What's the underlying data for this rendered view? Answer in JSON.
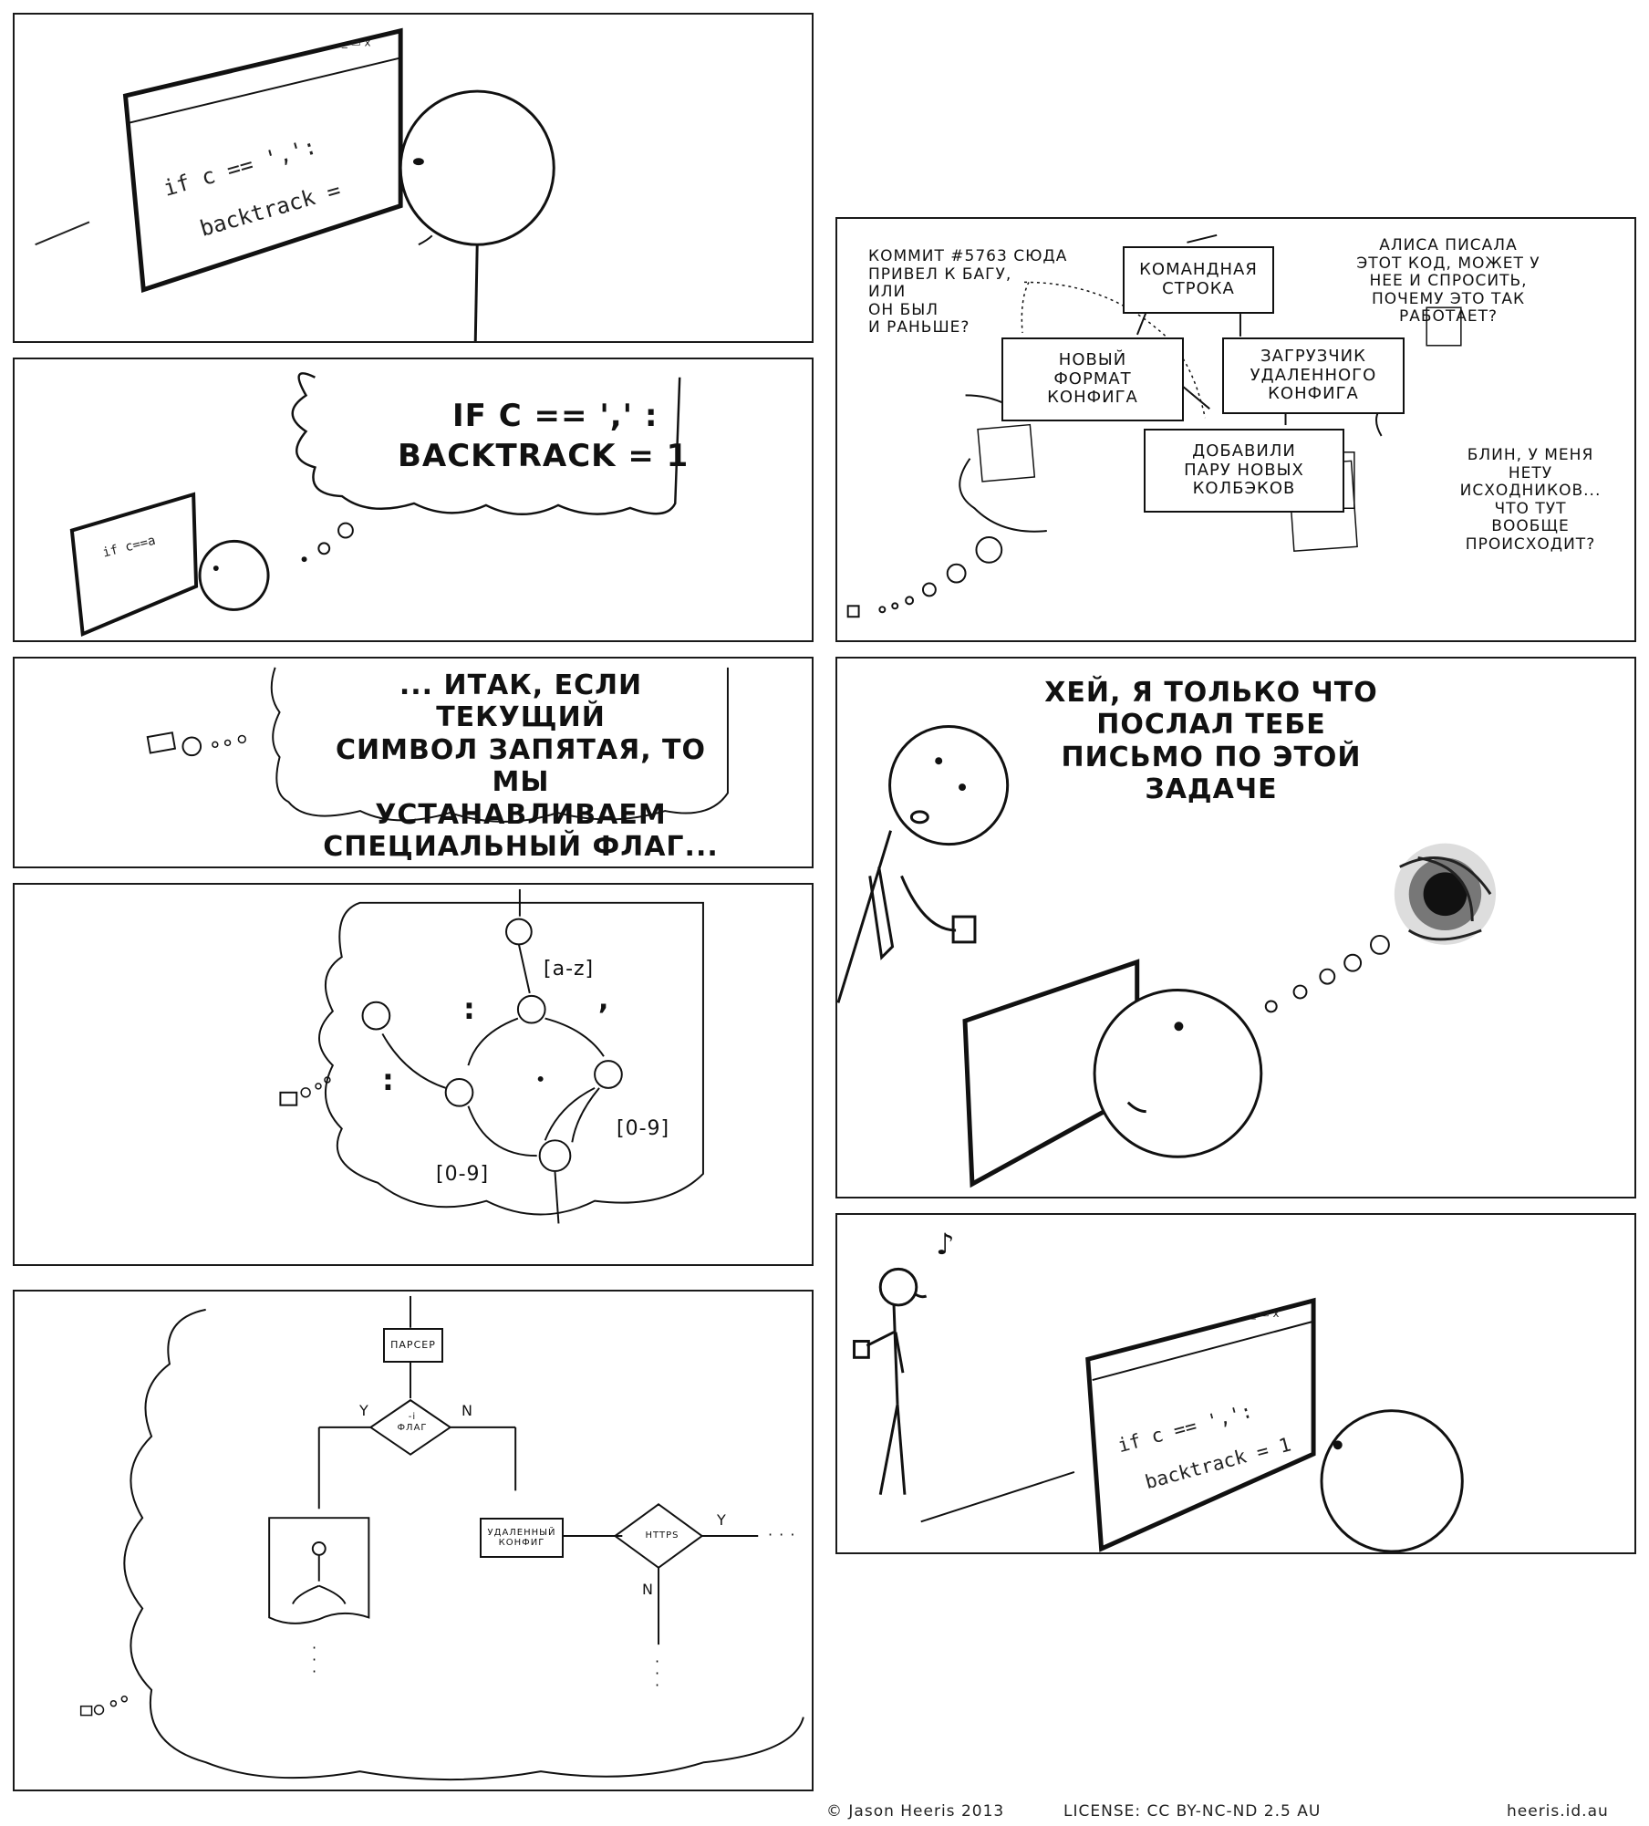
{
  "panel1": {
    "code_line1": "if c == ',':",
    "code_line2": "backtrack ="
  },
  "panel2": {
    "thought_line1": "IF C == ',' :",
    "thought_line2": "BACKTRACK = 1",
    "screen_scribble": "if c==a"
  },
  "panel3": {
    "thought": "... ИТАК, ЕСЛИ ТЕКУЩИЙ\nСИМВОЛ ЗАПЯТАЯ, ТО МЫ\nУСТАНАВЛИВАЕМ\nСПЕЦИАЛЬНЫЙ ФЛАГ..."
  },
  "panel4": {
    "labels": {
      "az": "[a-z]",
      "comma": ",",
      "colon1": ":",
      "colon2": ":",
      "digits1": "[0-9]",
      "digits2": "[0-9]"
    }
  },
  "panel5": {
    "parser": "ПАРСЕР",
    "flag": "-i\nФЛАГ",
    "yes1": "Y",
    "no1": "N",
    "remote": "УДАЛЕННЫЙ\nКОНФИГ",
    "https": "HTTPS",
    "yes2": "Y",
    "no2": "N",
    "dots_right": "· · ·",
    "dots_down": "·\n·\n·"
  },
  "panel6": {
    "commit_note": "КОММИТ #5763 СЮДА\nПРИВЕЛ К БАГУ,\nИЛИ\nОН БЫЛ\nИ РАНЬШЕ?",
    "alice_note": "АЛИСА ПИСАЛА\nЭТОТ КОД, МОЖЕТ У\nНЕЕ И СПРОСИТЬ,\nПОЧЕМУ ЭТО ТАК\nРАБОТАЕТ?",
    "blin_note": "БЛИН, У МЕНЯ\nНЕТУ\nИСХОДНИКОВ...\nЧТО ТУТ\nВООБЩЕ\nПРОИСХОДИТ?",
    "cmdline": "КОМАНДНАЯ\nСТРОКА",
    "new_config": "НОВЫЙ\nФОРМАТ\nКОНФИГА",
    "remote_loader": "ЗАГРУЗЧИК\nУДАЛЕННОГО\nКОНФИГА",
    "callbacks": "ДОБАВИЛИ\nПАРУ НОВЫХ\nКОЛБЭКОВ"
  },
  "panel7": {
    "speech": "ХЕЙ, Я ТОЛЬКО ЧТО\nПОСЛАЛ ТЕБЕ\nПИСЬМО ПО ЭТОЙ\nЗАДАЧЕ"
  },
  "panel8": {
    "code_line1": "if c == ',':",
    "code_line2": "backtrack = 1",
    "note": "♪"
  },
  "footer": {
    "copyright": "© Jason Heeris 2013",
    "license": "LICENSE: CC BY-NC-ND 2.5 AU",
    "site": "heeris.id.au"
  }
}
